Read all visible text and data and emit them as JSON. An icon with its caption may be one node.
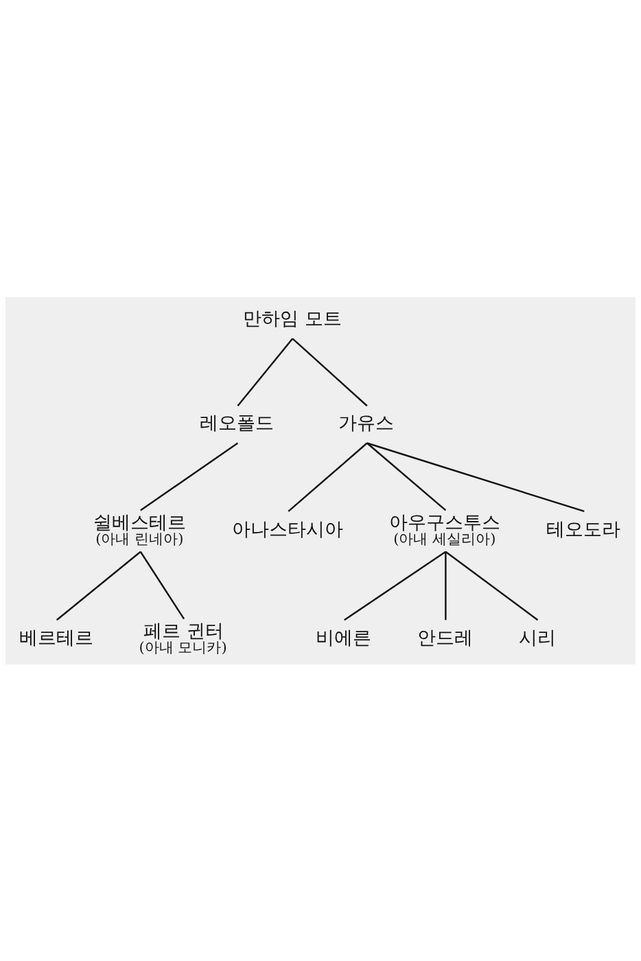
{
  "diagram": {
    "nodes": [
      {
        "text": [
          "만하임 모트"
        ]
      },
      {
        "text": [
          "레오폴드"
        ]
      },
      {
        "text": [
          "가유스"
        ]
      },
      {
        "text": [
          "쉴베스테르",
          "(아내 린네아)"
        ]
      },
      {
        "text": [
          "아나스타시아"
        ]
      },
      {
        "text": [
          "아우구스투스",
          "(아내 세실리아)"
        ]
      },
      {
        "text": [
          "테오도라"
        ]
      },
      {
        "text": [
          "베르테르"
        ]
      },
      {
        "text": [
          "페르 귄터",
          "(아내 모니카)"
        ]
      },
      {
        "text": [
          "비에른"
        ]
      },
      {
        "text": [
          "안드레"
        ]
      },
      {
        "text": [
          "시리"
        ]
      }
    ],
    "edges": [
      {
        "from": 0,
        "to": 1,
        "arrow": "none"
      },
      {
        "from": 0,
        "to": 2,
        "arrow": "none"
      },
      {
        "from": 1,
        "to": 3,
        "arrow": "none"
      },
      {
        "from": 2,
        "to": 4,
        "arrow": "none"
      },
      {
        "from": 2,
        "to": 5,
        "arrow": "none"
      },
      {
        "from": 2,
        "to": 6,
        "arrow": "none"
      },
      {
        "from": 3,
        "to": 7,
        "arrow": "none"
      },
      {
        "from": 3,
        "to": 8,
        "arrow": "none"
      },
      {
        "from": 5,
        "to": 9,
        "arrow": "none"
      },
      {
        "from": 5,
        "to": 10,
        "arrow": "none"
      },
      {
        "from": 5,
        "to": 11,
        "arrow": "none"
      }
    ]
  }
}
